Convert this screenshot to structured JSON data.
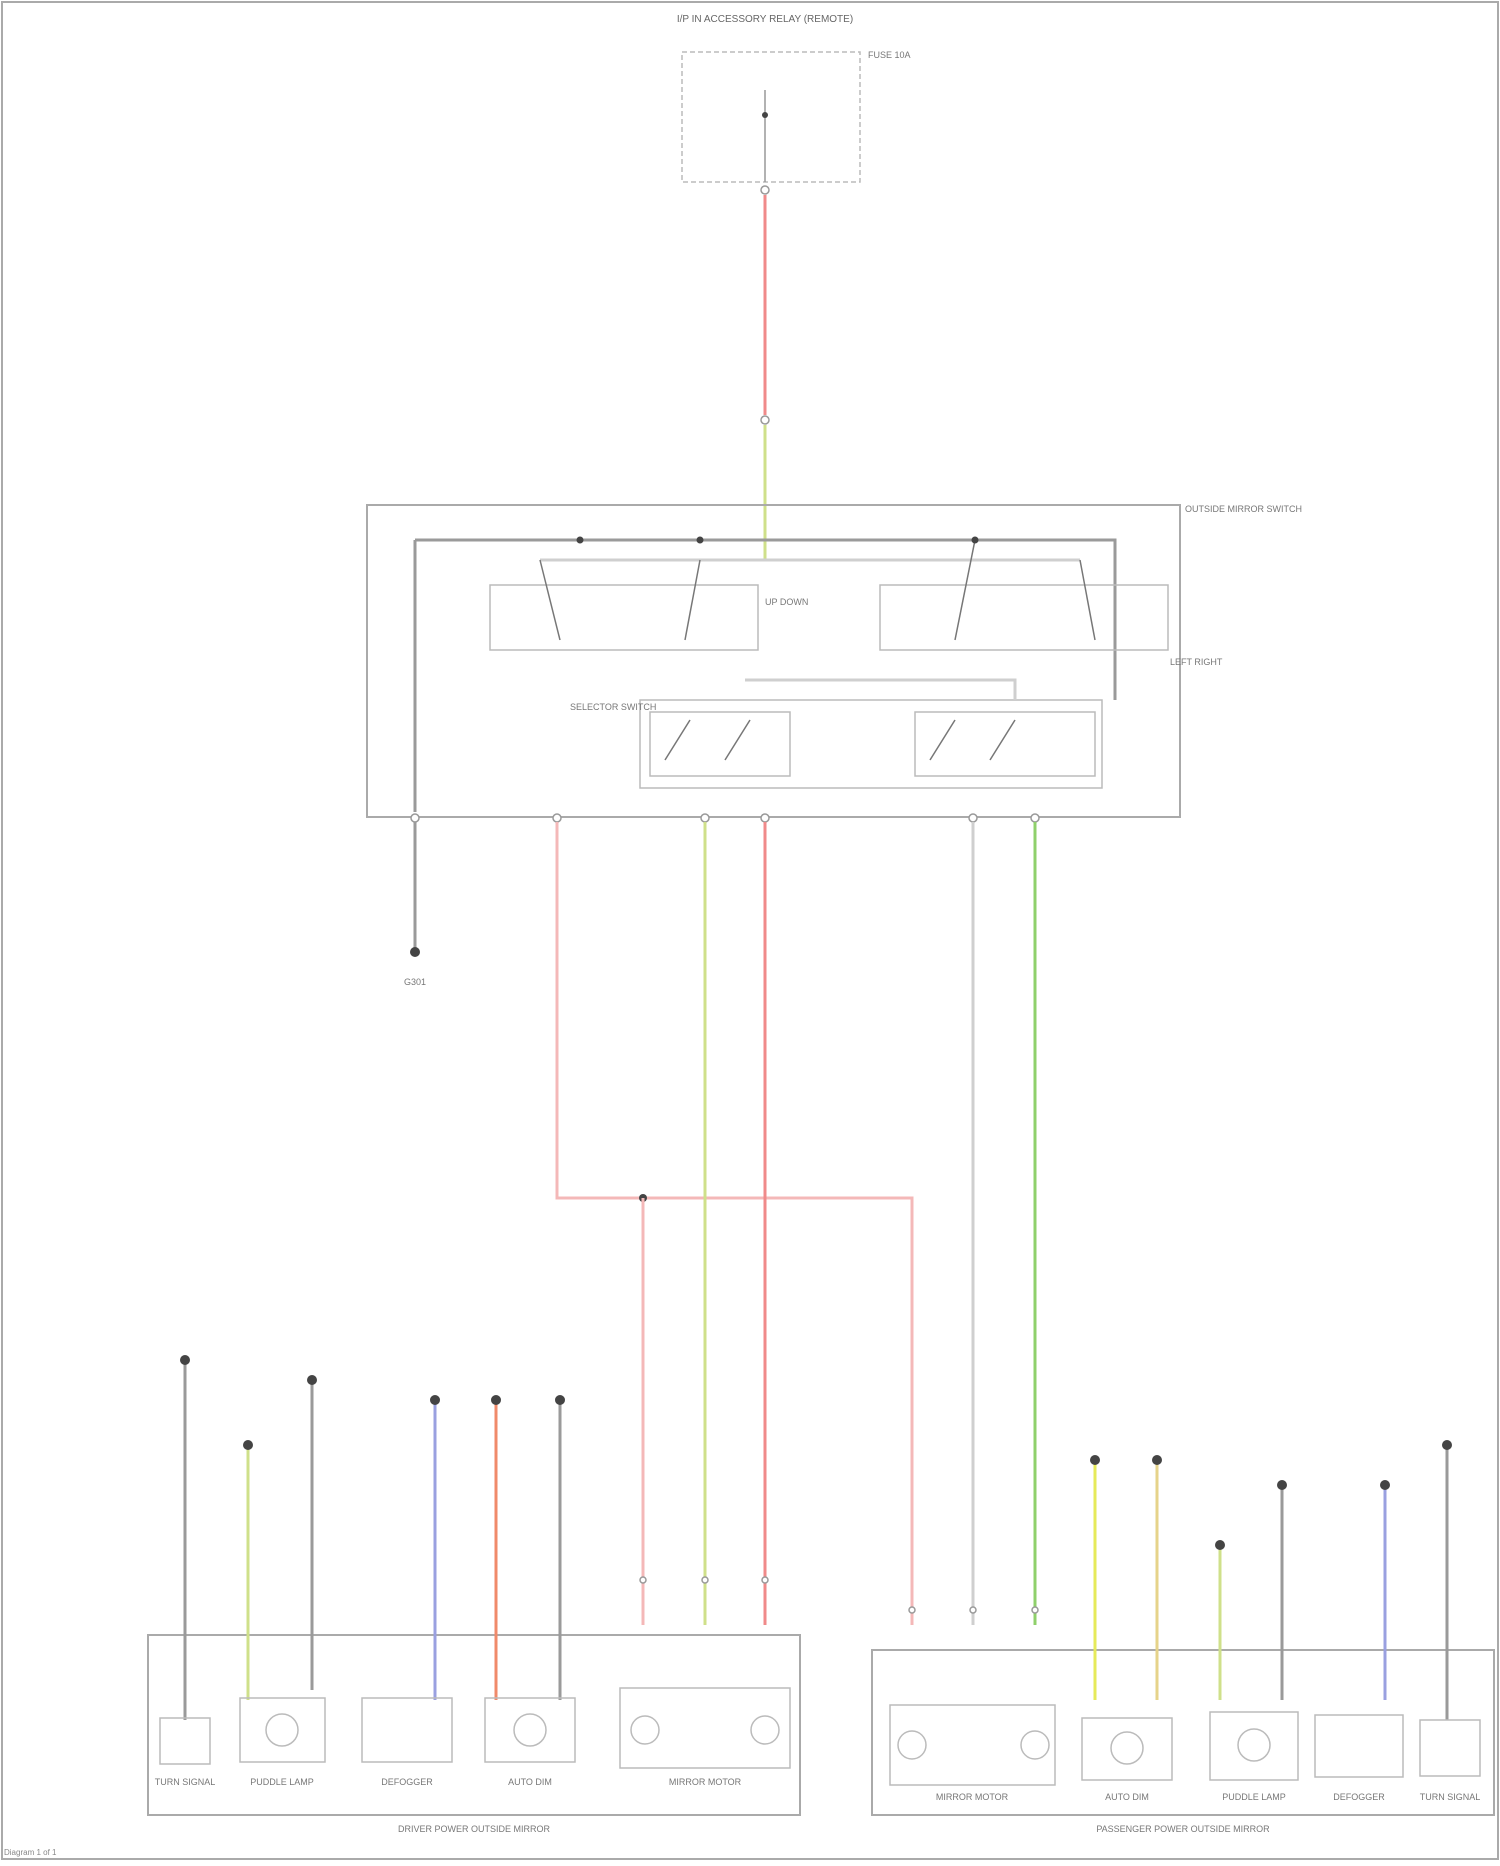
{
  "colors": {
    "red": "#f08a8a",
    "pink": "#f4b8b8",
    "lime": "#cfe08a",
    "green": "#8fd06b",
    "purple": "#9aa0e0",
    "orange": "#f08a6a",
    "yellow": "#e6ea5a",
    "gray": "#9a9a9a",
    "light": "#cfcfcf"
  },
  "labels": {
    "source": "I/P IN ACCESSORY RELAY (REMOTE)",
    "fuse": "FUSE 10A",
    "main_switch": "OUTSIDE MIRROR SWITCH",
    "sel_switch": "SELECTOR SWITCH",
    "updown_switch": "UP DOWN",
    "leftright_switch": "LEFT RIGHT",
    "ground": "G301",
    "left_assembly": "DRIVER POWER OUTSIDE MIRROR",
    "right_assembly": "PASSENGER POWER OUTSIDE MIRROR",
    "left_comps": [
      "TURN SIGNAL",
      "PUDDLE LAMP",
      "DEFOGGER",
      "AUTO DIM",
      "MIRROR MOTOR"
    ],
    "right_comps": [
      "MIRROR MOTOR",
      "AUTO DIM",
      "PUDDLE LAMP",
      "DEFOGGER",
      "TURN SIGNAL"
    ],
    "footer": "Diagram 1 of 1"
  }
}
